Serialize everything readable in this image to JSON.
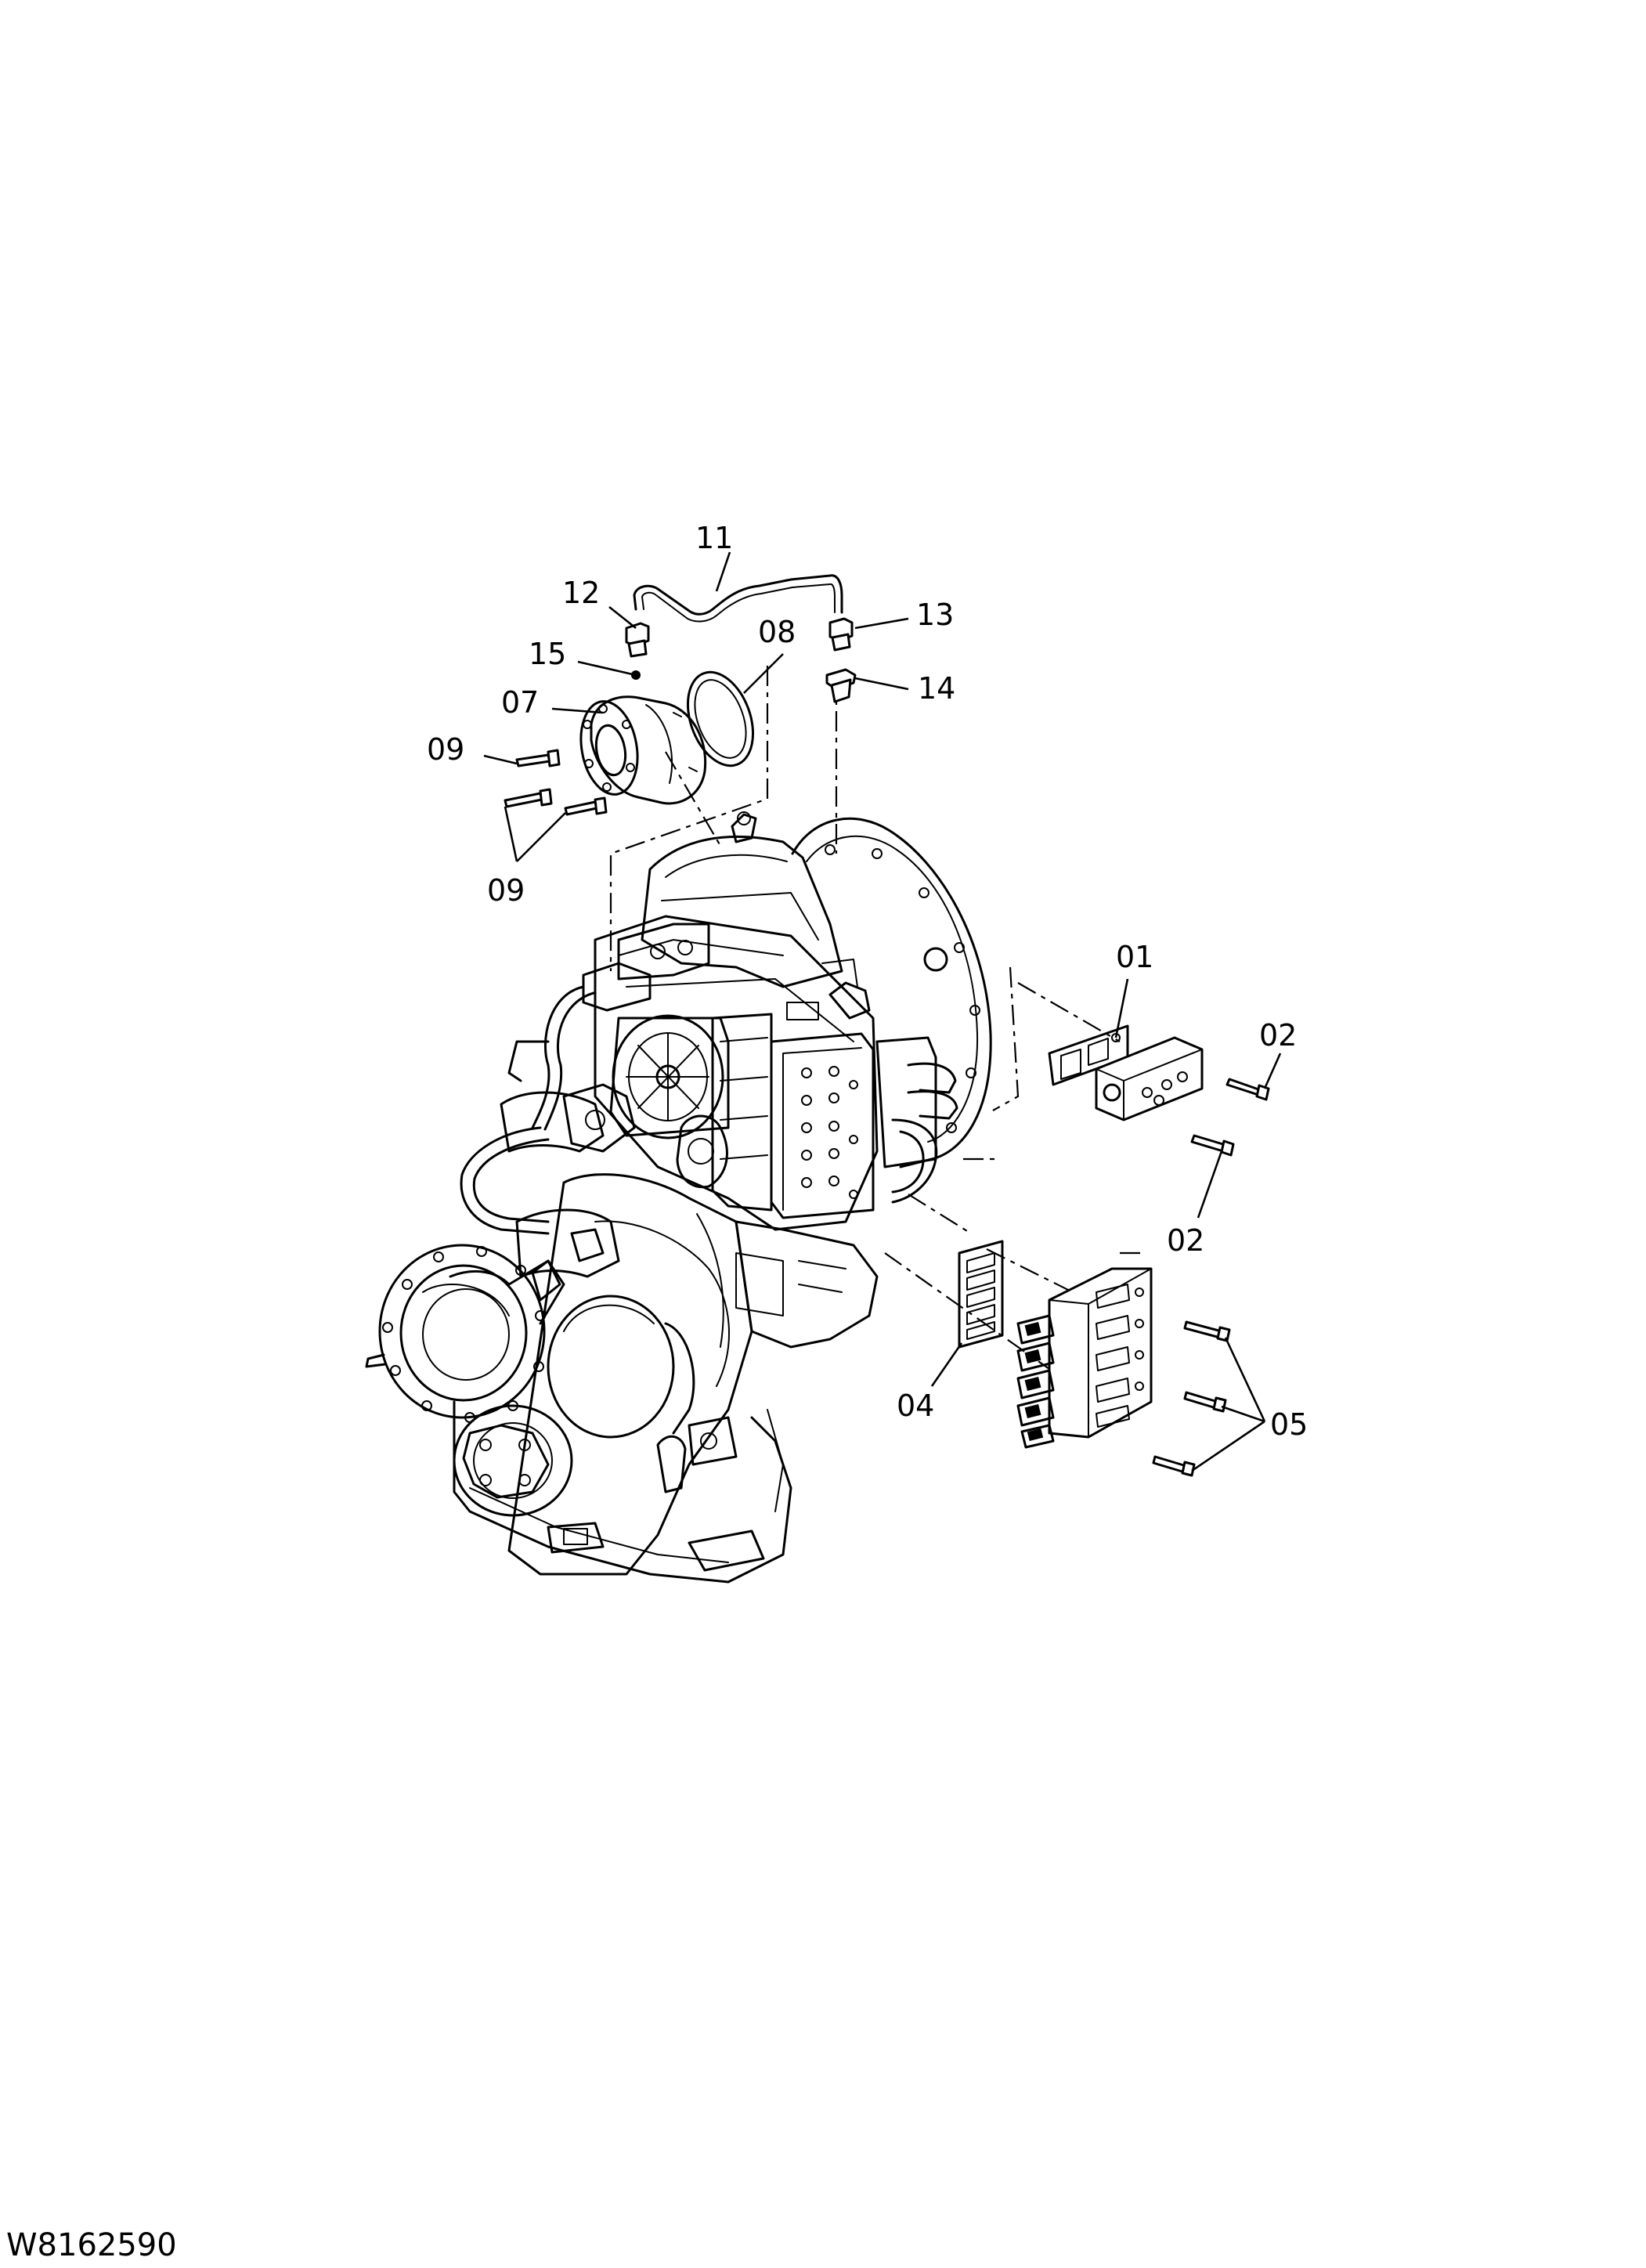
{
  "document_code": "W8162590",
  "callouts": [
    {
      "id": "01",
      "label": "01"
    },
    {
      "id": "02a",
      "label": "02"
    },
    {
      "id": "02b",
      "label": "02"
    },
    {
      "id": "04",
      "label": "04"
    },
    {
      "id": "05",
      "label": "05"
    },
    {
      "id": "07",
      "label": "07"
    },
    {
      "id": "08",
      "label": "08"
    },
    {
      "id": "09a",
      "label": "09"
    },
    {
      "id": "09b",
      "label": "09"
    },
    {
      "id": "11",
      "label": "11"
    },
    {
      "id": "12",
      "label": "12"
    },
    {
      "id": "13",
      "label": "13"
    },
    {
      "id": "14",
      "label": "14"
    },
    {
      "id": "15",
      "label": "15"
    }
  ]
}
